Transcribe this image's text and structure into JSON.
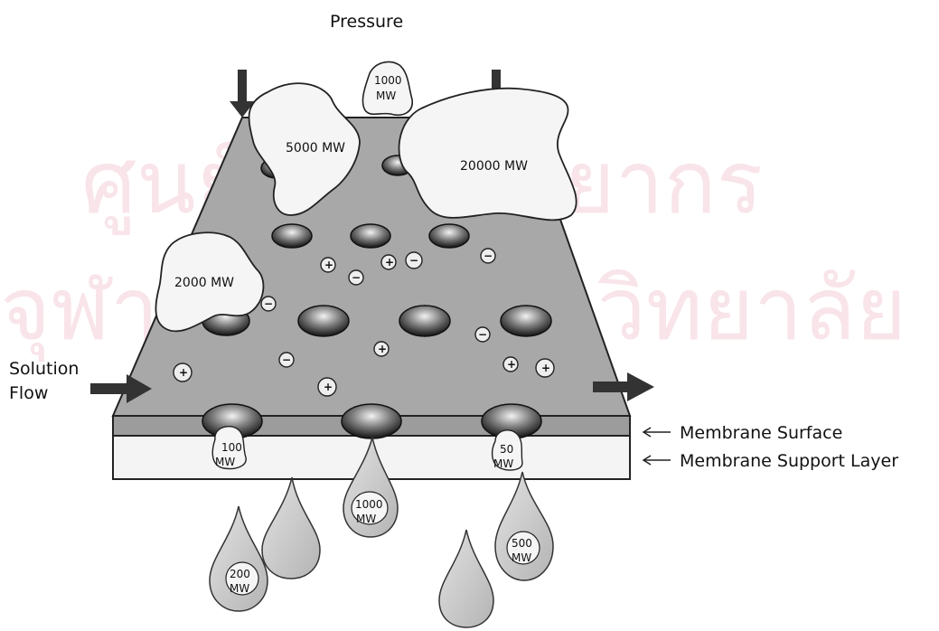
{
  "labels": {
    "pressure": "Pressure",
    "solution_flow_line1": "Solution",
    "solution_flow_line2": "Flow",
    "membrane_surface": "Membrane Surface",
    "membrane_support": "Membrane Support Layer"
  },
  "watermark": {
    "line1": "ศูนย์วิทยทรัพยากร",
    "line2": "จุฬาลงกรณ์มหาวิทยาลัย"
  },
  "molecules": {
    "blob_5000": "5000 MW",
    "blob_1000_line1": "1000",
    "blob_1000_line2": "MW",
    "blob_20000": "20000 MW",
    "blob_2000": "2000 MW"
  },
  "permeate": {
    "pore_100_line1": "100",
    "pore_100_line2": "MW",
    "pore_50_line1": "50",
    "pore_50_line2": "MW",
    "drop_1000_line1": "1000",
    "drop_1000_line2": "MW",
    "drop_500_line1": "500",
    "drop_500_line2": "MW",
    "drop_200_line1": "200",
    "drop_200_line2": "MW"
  },
  "ions": {
    "plus": "+",
    "minus": "−"
  },
  "colors": {
    "membrane": "#a8a8a8",
    "support": "#f4f4f4",
    "arrow": "#333333",
    "drop": "#c9c9c9",
    "watermark": "#f6dce2"
  }
}
